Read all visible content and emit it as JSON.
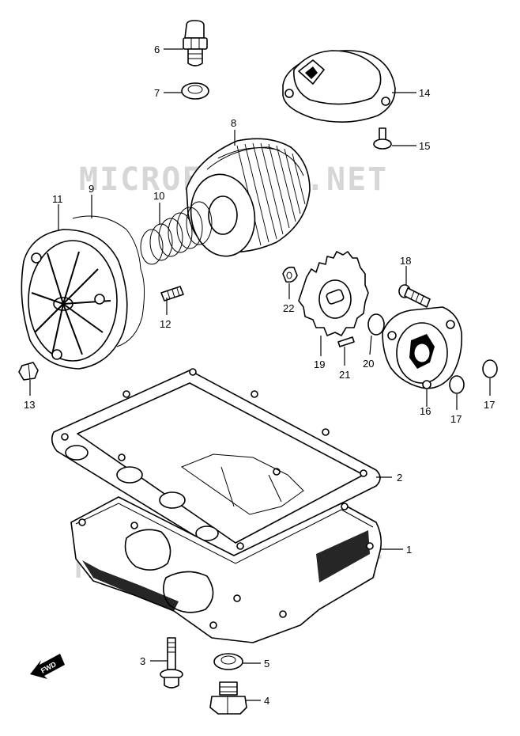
{
  "watermark": "MICROFICHES.NET",
  "forward_badge": "FWD",
  "callouts": [
    {
      "id": "1",
      "name": "callout-1-oil-pan"
    },
    {
      "id": "2",
      "name": "callout-2-gasket"
    },
    {
      "id": "3",
      "name": "callout-3-bolt"
    },
    {
      "id": "4",
      "name": "callout-4-drain-plug"
    },
    {
      "id": "5",
      "name": "callout-5-gasket"
    },
    {
      "id": "6",
      "name": "callout-6-switch"
    },
    {
      "id": "7",
      "name": "callout-7-gasket"
    },
    {
      "id": "8",
      "name": "callout-8-oil-filter"
    },
    {
      "id": "9",
      "name": "callout-9-o-ring"
    },
    {
      "id": "10",
      "name": "callout-10-spring"
    },
    {
      "id": "11",
      "name": "callout-11-filter-cap"
    },
    {
      "id": "12",
      "name": "callout-12-stud"
    },
    {
      "id": "13",
      "name": "callout-13-nut"
    },
    {
      "id": "14",
      "name": "callout-14-cover"
    },
    {
      "id": "15",
      "name": "callout-15-bolt"
    },
    {
      "id": "16",
      "name": "callout-16-oil-pump"
    },
    {
      "id": "17a",
      "name": "callout-17-o-ring-a"
    },
    {
      "id": "17b",
      "name": "callout-17-o-ring-b"
    },
    {
      "id": "18",
      "name": "callout-18-bolt"
    },
    {
      "id": "19",
      "name": "callout-19-gear"
    },
    {
      "id": "20",
      "name": "callout-20-o-ring"
    },
    {
      "id": "21",
      "name": "callout-21-pin"
    },
    {
      "id": "22",
      "name": "callout-22-circlip"
    }
  ],
  "labels": {
    "c1": "1",
    "c2": "2",
    "c3": "3",
    "c4": "4",
    "c5": "5",
    "c6": "6",
    "c7": "7",
    "c8": "8",
    "c9": "9",
    "c10": "10",
    "c11": "11",
    "c12": "12",
    "c13": "13",
    "c14": "14",
    "c15": "15",
    "c16": "16",
    "c17a": "17",
    "c17b": "17",
    "c18": "18",
    "c19": "19",
    "c20": "20",
    "c21": "21",
    "c22": "22"
  }
}
